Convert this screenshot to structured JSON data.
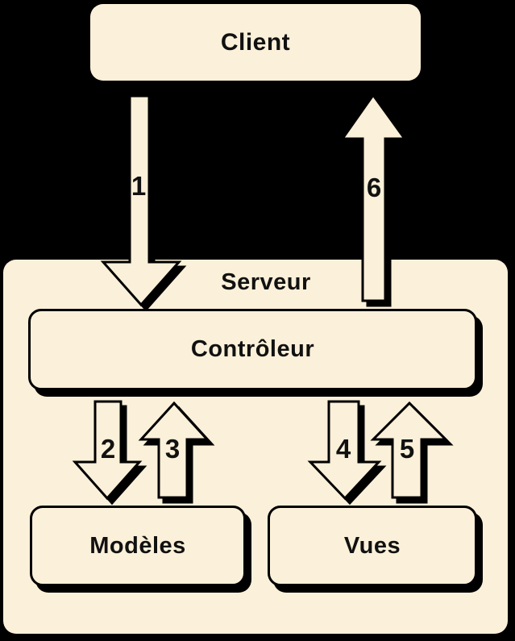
{
  "diagram": {
    "colors": {
      "background": "#000000",
      "node_fill": "#FBF0D9",
      "outline": "#000000",
      "shadow": "#000000"
    },
    "nodes": {
      "client": {
        "label": "Client"
      },
      "serveur": {
        "label": "Serveur"
      },
      "controleur": {
        "label": "Contrôleur"
      },
      "modeles": {
        "label": "Modèles"
      },
      "vues": {
        "label": "Vues"
      }
    },
    "arrows": [
      {
        "label": "1",
        "direction": "down",
        "from": "Client",
        "to": "Contrôleur"
      },
      {
        "label": "2",
        "direction": "down",
        "from": "Contrôleur",
        "to": "Modèles"
      },
      {
        "label": "3",
        "direction": "up",
        "from": "Modèles",
        "to": "Contrôleur"
      },
      {
        "label": "4",
        "direction": "down",
        "from": "Contrôleur",
        "to": "Vues"
      },
      {
        "label": "5",
        "direction": "up",
        "from": "Vues",
        "to": "Contrôleur"
      },
      {
        "label": "6",
        "direction": "up",
        "from": "Contrôleur",
        "to": "Client"
      }
    ]
  }
}
